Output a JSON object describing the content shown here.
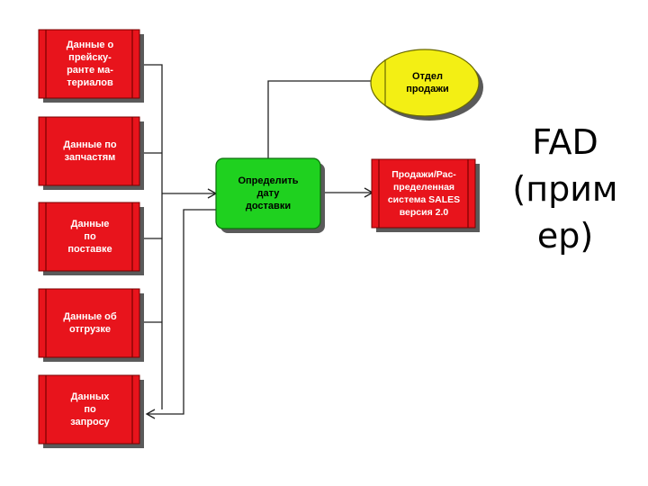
{
  "title": "FAD\n(прим\nер)",
  "data_stores": [
    {
      "label": "Данные о\nпрейску-\nранте ма-\nтериалов"
    },
    {
      "label": "Данные по\nзапчастям"
    },
    {
      "label": "Данные\nпо\nпоставке"
    },
    {
      "label": "Данные об\nотгрузке"
    },
    {
      "label": "Данных\nпо\nзапросу"
    }
  ],
  "process": {
    "label": "Определить\nдату\nдоставки"
  },
  "external_entity": {
    "label": "Отдел\nпродажи"
  },
  "system": {
    "label": "Продажи/Рас-\nпределенная\nсистема SALES\nверсия 2.0"
  },
  "colors": {
    "store_fill": "#e8141c",
    "process_fill": "#1fd11f",
    "entity_fill": "#f3ef14",
    "shadow": "#5a5a5a",
    "line": "#222222"
  }
}
